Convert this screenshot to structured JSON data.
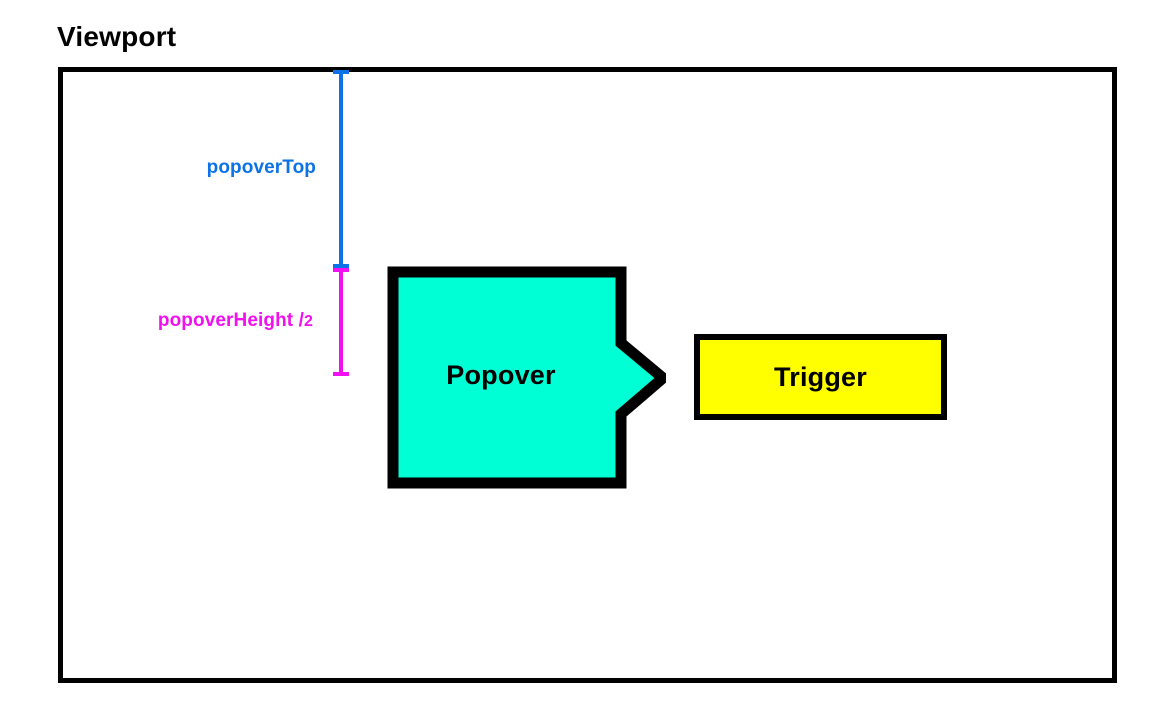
{
  "diagram": {
    "title": "Viewport",
    "elements": {
      "viewport": {
        "label": "Viewport",
        "border_color": "#000000",
        "fill": "#ffffff"
      },
      "popover": {
        "label": "Popover",
        "fill_color": "#00FFD5",
        "border_color": "#000000",
        "tail_direction": "right"
      },
      "trigger": {
        "label": "Trigger",
        "fill_color": "#FFFF00",
        "border_color": "#000000"
      }
    },
    "measurements": [
      {
        "name": "popover-top",
        "label": "popoverTop",
        "color": "#0B72E7",
        "orientation": "vertical"
      },
      {
        "name": "popover-height-half",
        "label_prefix": "popoverHeight /",
        "label_denominator": "2",
        "label_full": "popoverHeight / 2",
        "color": "#F010F0",
        "orientation": "vertical"
      }
    ]
  }
}
